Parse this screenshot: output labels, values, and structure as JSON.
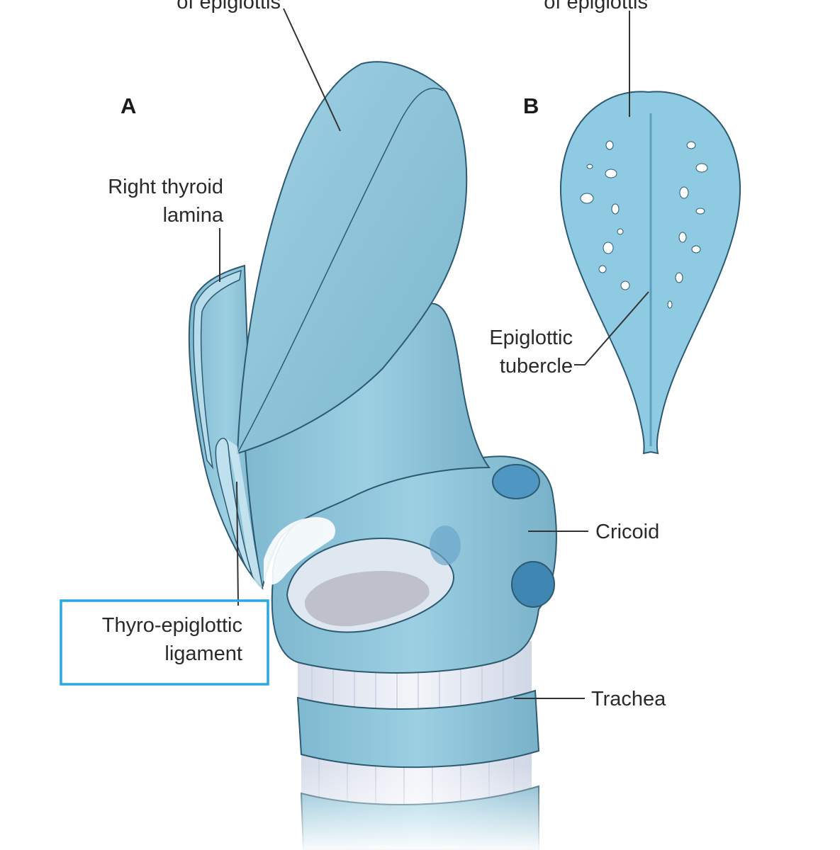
{
  "colors": {
    "cartilage": "#8ec5da",
    "cartilage_light": "#b4dcea",
    "cartilage_dark": "#5f9fba",
    "outline": "#2d5a70",
    "foramen": "#ffffff",
    "tracheal_fibers": "#e3e8f2",
    "highlight_box": "#29a8e0",
    "leader": "#333333"
  },
  "diagram": {
    "panel_a": "A",
    "panel_b": "B",
    "labels": {
      "top_left": "of epiglottis",
      "top_right": "of epiglottis",
      "right_thyroid_lamina_line1": "Right thyroid",
      "right_thyroid_lamina_line2": "lamina",
      "epiglottic_tubercle_line1": "Epiglottic",
      "epiglottic_tubercle_line2": "tubercle",
      "cricoid": "Cricoid",
      "trachea": "Trachea",
      "thyro_epiglottic_line1": "Thyro-epiglottic",
      "thyro_epiglottic_line2": "ligament"
    }
  }
}
